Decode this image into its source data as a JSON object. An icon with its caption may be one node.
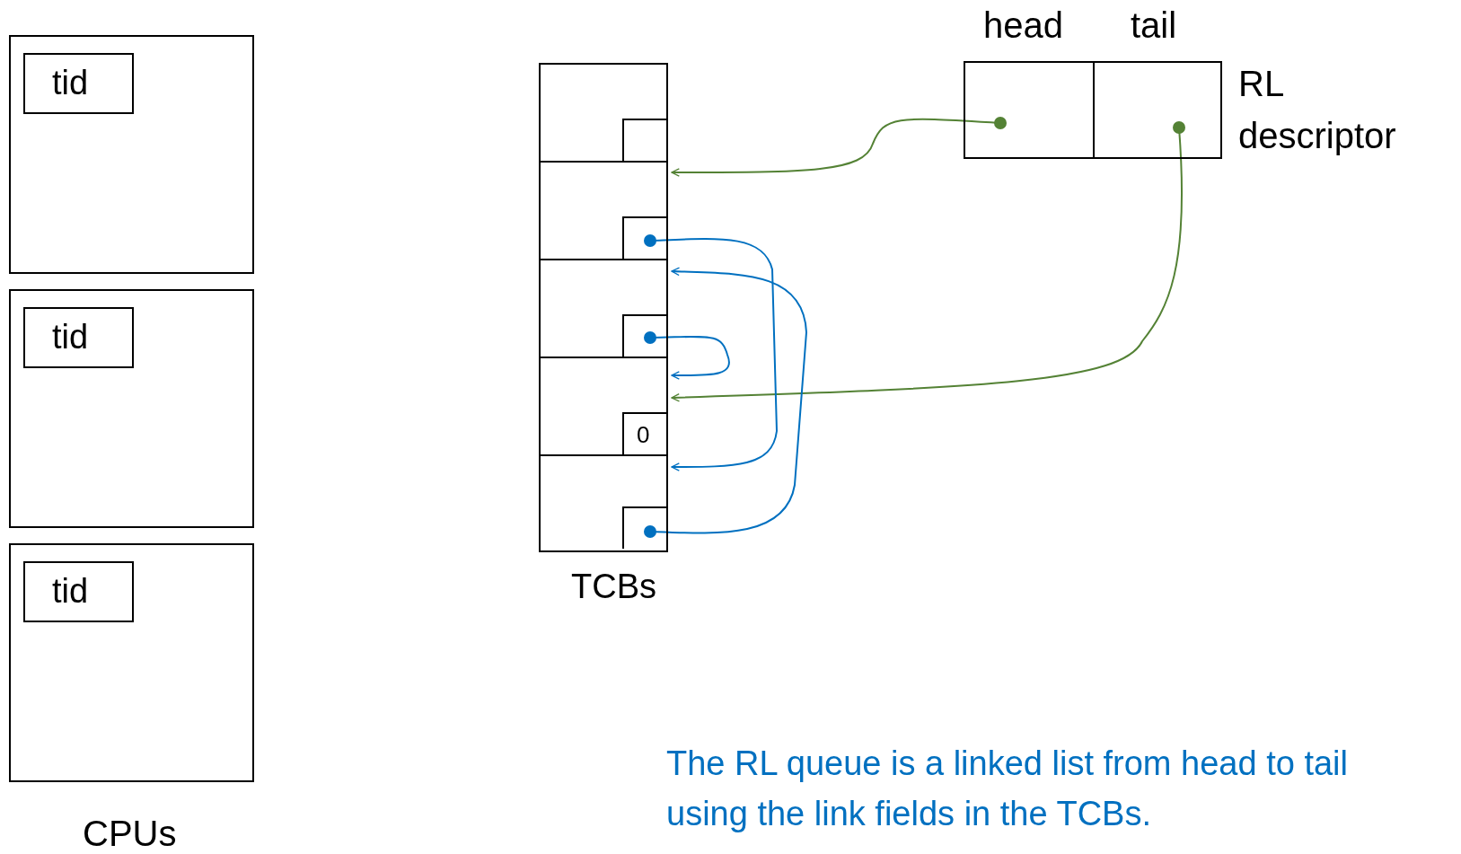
{
  "diagram": {
    "nodes": [
      {
        "text": [],
        "shape": "box"
      },
      {
        "text": [
          "tid"
        ],
        "in": 0
      },
      {
        "text": [],
        "shape": "box"
      },
      {
        "text": [
          "tid"
        ],
        "in": 2
      },
      {
        "text": [],
        "shape": "box"
      },
      {
        "text": [
          "tid"
        ],
        "in": 4
      },
      {
        "text": [
          "TCBs"
        ]
      },
      {
        "text": [],
        "shape": "box",
        "in": 6
      },
      {
        "text": [],
        "shape": "box",
        "in": 6
      },
      {
        "text": [],
        "shape": "box",
        "in": 6
      },
      {
        "text": [],
        "shape": "box",
        "in": 6
      },
      {
        "text": [],
        "shape": "box",
        "in": 6
      },
      {
        "text": [],
        "shape": "box",
        "in": 7
      },
      {
        "text": [],
        "shape": "box",
        "in": 8
      },
      {
        "text": [],
        "shape": "box",
        "in": 9
      },
      {
        "text": [
          "0"
        ],
        "in": 10
      },
      {
        "text": [],
        "shape": "box",
        "in": 11
      },
      {
        "text": [
          "head"
        ]
      },
      {
        "text": [
          "tail"
        ],
        "beside": [
          "RL descriptor"
        ]
      }
    ],
    "edges": [
      {
        "from": 17,
        "to": 8,
        "arrow": "to",
        "color": "#548235"
      },
      {
        "from": 18,
        "to": 10,
        "arrow": "to",
        "color": "#548235"
      },
      {
        "from": 13,
        "to": 11,
        "arrow": "to"
      },
      {
        "from": 16,
        "to": 9,
        "arrow": "to"
      },
      {
        "from": 14,
        "to": 10,
        "arrow": "to"
      }
    ],
    "labels": [
      "CPUs",
      "The RL queue is a linked list from head to tail using the link fields in the TCBs."
    ]
  }
}
